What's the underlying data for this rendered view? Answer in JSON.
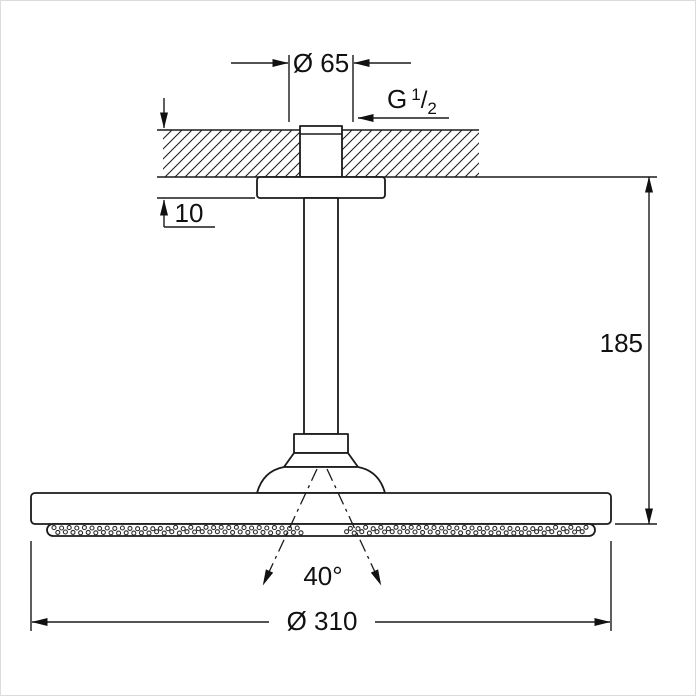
{
  "dimensions": {
    "rosette_diameter_label": "Ø 65",
    "thread_label": {
      "letter": "G",
      "numerator": "1",
      "slash": "/",
      "denominator": "2"
    },
    "rosette_height_label": "10",
    "install_height_label": "185",
    "spray_angle_label": "40°",
    "head_diameter_label": "Ø 310"
  },
  "colors": {
    "line": "#1a1a1a",
    "background": "#ffffff",
    "frame_border": "#dcdcdc"
  }
}
